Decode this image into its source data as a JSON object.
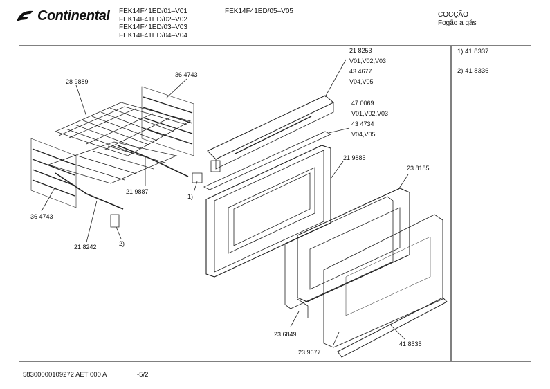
{
  "header": {
    "brand": "Continental",
    "models": [
      "FEK14F41ED/01–V01",
      "FEK14F41ED/02–V02",
      "FEK14F41ED/03–V03",
      "FEK14F41ED/04–V04"
    ],
    "model_extra": "FEK14F41ED/05–V05",
    "category_line1": "COCÇÃO",
    "category_line2": "Fogão a gás"
  },
  "side_notes": [
    "1) 41 8337",
    "2) 41 8336"
  ],
  "labels": {
    "p_364743_top": "36 4743",
    "p_289889": "28 9889",
    "p_219887": "21 9887",
    "p_364743_left": "36 4743",
    "p_218242": "21 8242",
    "note1": "1)",
    "note2": "2)",
    "p_218253": "21 8253",
    "v_a1": "V01,V02,V03",
    "p_434677": "43 4677",
    "v_a2": "V04,V05",
    "p_470069": "47 0069",
    "v_b1": "V01,V02,V03",
    "p_434734": "43 4734",
    "v_b2": "V04,V05",
    "p_219885": "21 9885",
    "p_238185": "23 8185",
    "p_236849": "23 6849",
    "p_239677": "23 9677",
    "p_418535": "41 8535"
  },
  "footer": {
    "doc_code": "58300000109272 AET 000 A",
    "page": "-5/2"
  }
}
